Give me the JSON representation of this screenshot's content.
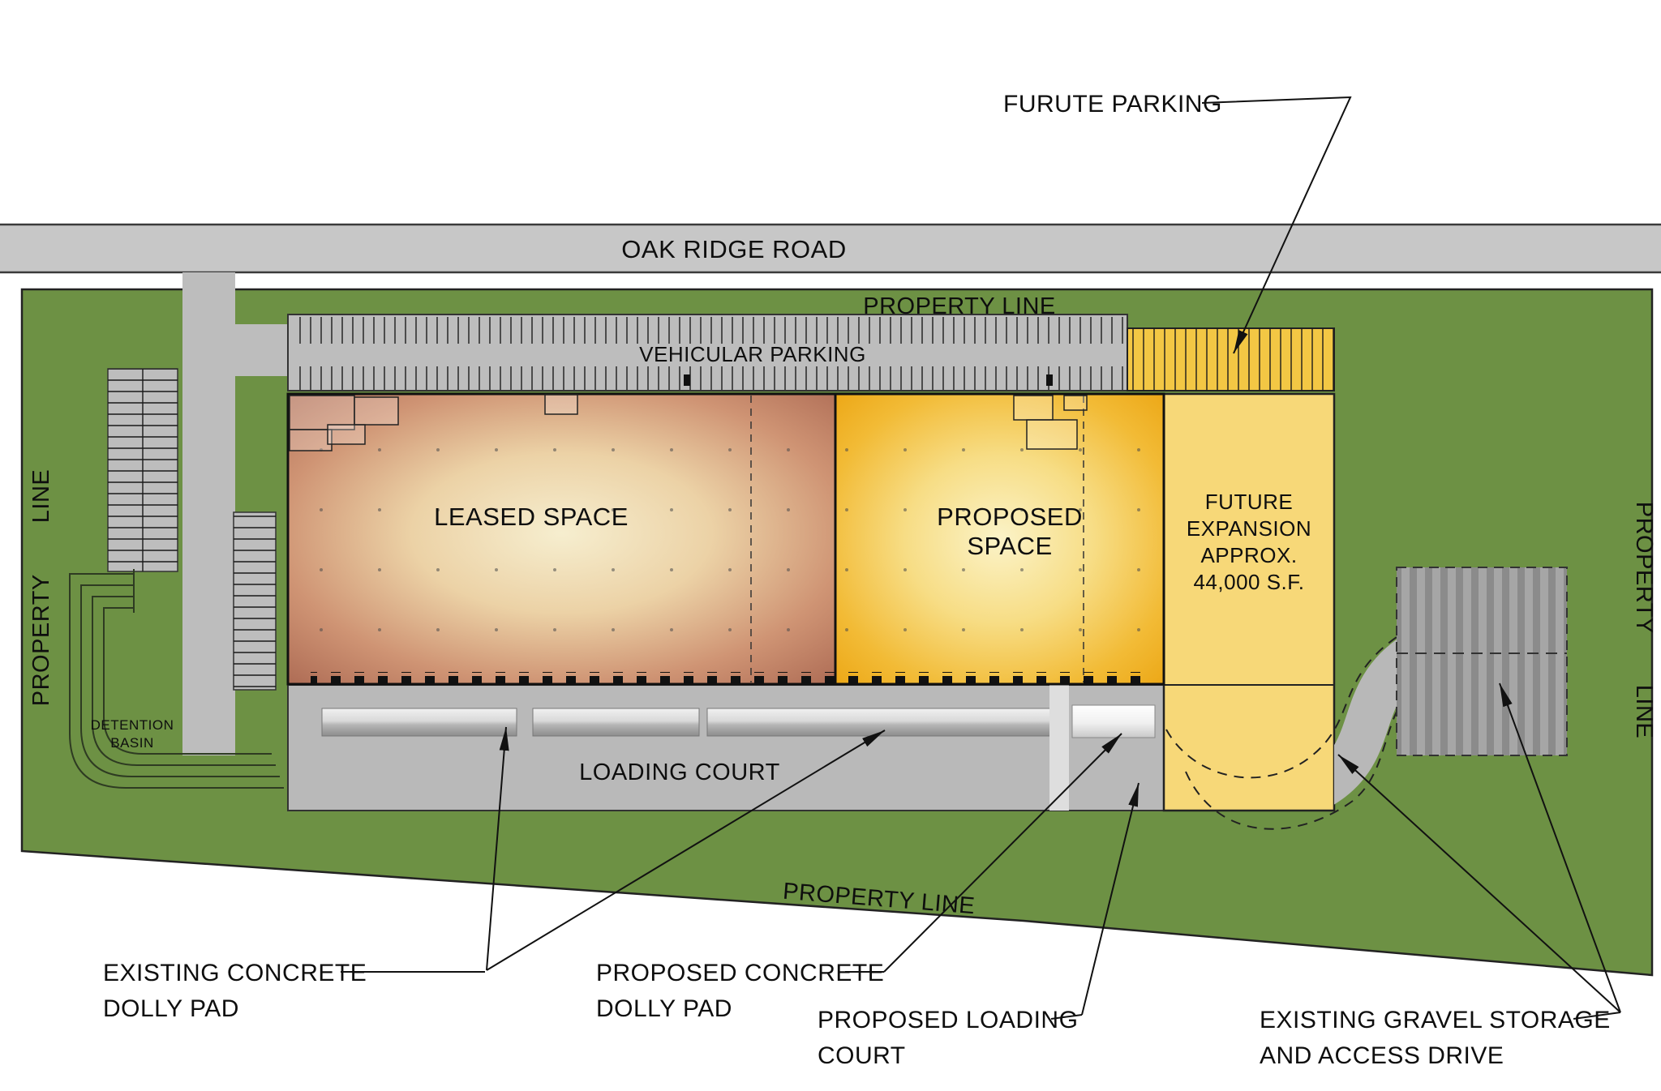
{
  "colors": {
    "green": "#6d9144",
    "road_gray": "#c7c7c7",
    "pavement_gray": "#bdbdbd",
    "loading_gray": "#b9b9b9",
    "expansion_yellow": "#f7d878",
    "future_parking_yellow": "#f3c744",
    "gravel_gray": "#a6a6a6",
    "line_black": "#111111"
  },
  "road": {
    "label": "OAK RIDGE ROAD"
  },
  "property": {
    "line_top": "PROPERTY LINE",
    "line_left": "PROPERTY LINE",
    "line_right": "PROPERTY LINE",
    "line_bottom": "PROPERTY LINE"
  },
  "parking": {
    "vehicular_label": "VEHICULAR PARKING",
    "future_label": "FURUTE PARKING"
  },
  "building": {
    "leased_label": "LEASED SPACE",
    "proposed_label_1": "PROPOSED",
    "proposed_label_2": "SPACE",
    "expansion_label_1": "FUTURE",
    "expansion_label_2": "EXPANSION",
    "expansion_label_3": "APPROX.",
    "expansion_label_4": "44,000 S.F."
  },
  "site": {
    "detention_label_1": "DETENTION",
    "detention_label_2": "BASIN",
    "loading_court_label": "LOADING COURT"
  },
  "annotations": {
    "existing_dolly_1": "EXISTING CONCRETE",
    "existing_dolly_2": "DOLLY PAD",
    "proposed_dolly_1": "PROPOSED CONCRETE",
    "proposed_dolly_2": "DOLLY PAD",
    "proposed_loading_1": "PROPOSED LOADING",
    "proposed_loading_2": "COURT",
    "gravel_1": "EXISTING GRAVEL STORAGE",
    "gravel_2": "AND ACCESS DRIVE"
  }
}
